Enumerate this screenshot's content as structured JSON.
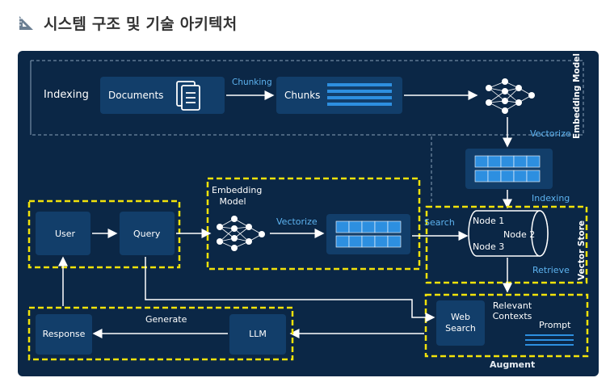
{
  "header": {
    "icon": "ruler-triangle-icon",
    "title": "시스템 구조 및 기술 아키텍처"
  },
  "diagram": {
    "indexing_label": "Indexing",
    "documents_label": "Documents",
    "chunking_label": "Chunking",
    "chunks_label": "Chunks",
    "vectorize_top_label": "Vectorize",
    "embedding_model_side_label": "Embedding Model",
    "indexing_arrow_label": "Indexing",
    "vector_store_label": "Vector Store",
    "search_label": "Search",
    "node1_label": "Node 1",
    "node2_label": "Node 2",
    "node3_label": "Node 3",
    "retrieve_label": "Retrieve",
    "user_label": "User",
    "query_label": "Query",
    "embedding_model_label_line1": "Embedding",
    "embedding_model_label_line2": "Model",
    "vectorize_mid_label": "Vectorize",
    "web_search_line1": "Web",
    "web_search_line2": "Search",
    "relevant_contexts_line1": "Relevant",
    "relevant_contexts_line2": "Contexts",
    "prompt_label": "Prompt",
    "augment_label": "Augment",
    "generate_label": "Generate",
    "response_label": "Response",
    "llm_label": "LLM"
  },
  "colors": {
    "background": "#0b2746",
    "box": "#123e6a",
    "accent_blue": "#2d8fe0",
    "highlight_yellow": "#f2e20a",
    "label_blue": "#5db3f0"
  }
}
